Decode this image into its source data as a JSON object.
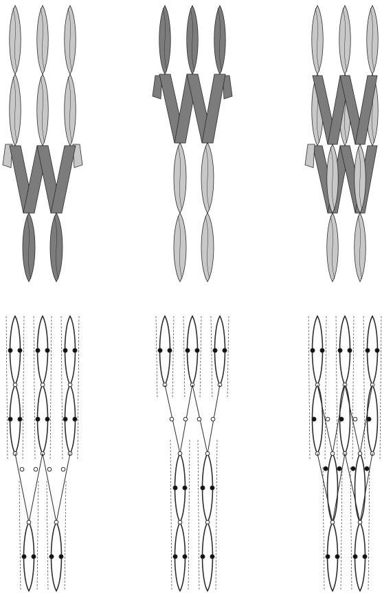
{
  "figure": {
    "panels": [
      {
        "name": "braid-3to2-shaded",
        "style": "shaded",
        "strands": 3,
        "merge": "top-to-bottom-3-to-2"
      },
      {
        "name": "braid-2to3-shaded",
        "style": "shaded",
        "strands": 3,
        "merge": "dark-top-3-to-2"
      },
      {
        "name": "braid-overlay-shaded",
        "style": "shaded",
        "strands": 3,
        "merge": "overlay"
      },
      {
        "name": "braid-3to2-schematic",
        "style": "schematic",
        "strands": 3,
        "merge": "top-to-bottom-3-to-2"
      },
      {
        "name": "braid-2to3-schematic",
        "style": "schematic",
        "strands": 3,
        "merge": "dark-top-3-to-2"
      },
      {
        "name": "braid-overlay-schematic",
        "style": "schematic",
        "strands": 3,
        "merge": "overlay"
      }
    ],
    "colors": {
      "light_fill": "#c8c8c8",
      "dark_fill": "#7c7c7c",
      "stroke": "#2a2a2a",
      "outline_dash": "#444444",
      "node_filled": "#111111",
      "node_open": "#ffffff"
    }
  }
}
